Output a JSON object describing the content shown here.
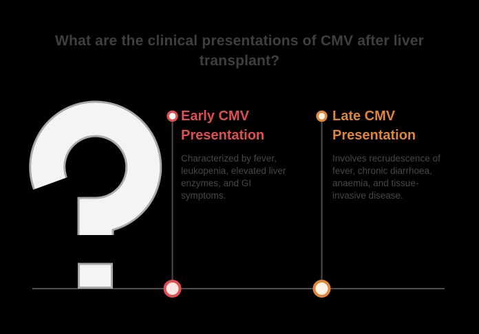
{
  "title": "What are the clinical presentations of CMV after liver transplant?",
  "colors": {
    "background": "#000000",
    "title_text": "#3f3f3f",
    "body_text": "#474747",
    "early_accent": "#e04f4f",
    "late_accent": "#e0853a",
    "line": "#4d4d4d",
    "question_mark_fill": "#f4f4f4",
    "question_mark_outline": "#a9a9a9",
    "early_top_marker_fill": "#ffffff",
    "late_top_marker_fill": "#fdf1e2",
    "early_bottom_marker_fill": "#fce6e6",
    "late_bottom_marker_fill": "#fdf2e4"
  },
  "timeline": {
    "items": [
      {
        "heading": "Early CMV Presentation",
        "description": "Characterized by fever, leukopenia, elevated liver enzymes, and GI symptoms."
      },
      {
        "heading": "Late CMV Presentation",
        "description": "Involves recrudescence of fever, chronic diarrhoea, anaemia, and tissue-invasive disease."
      }
    ]
  }
}
